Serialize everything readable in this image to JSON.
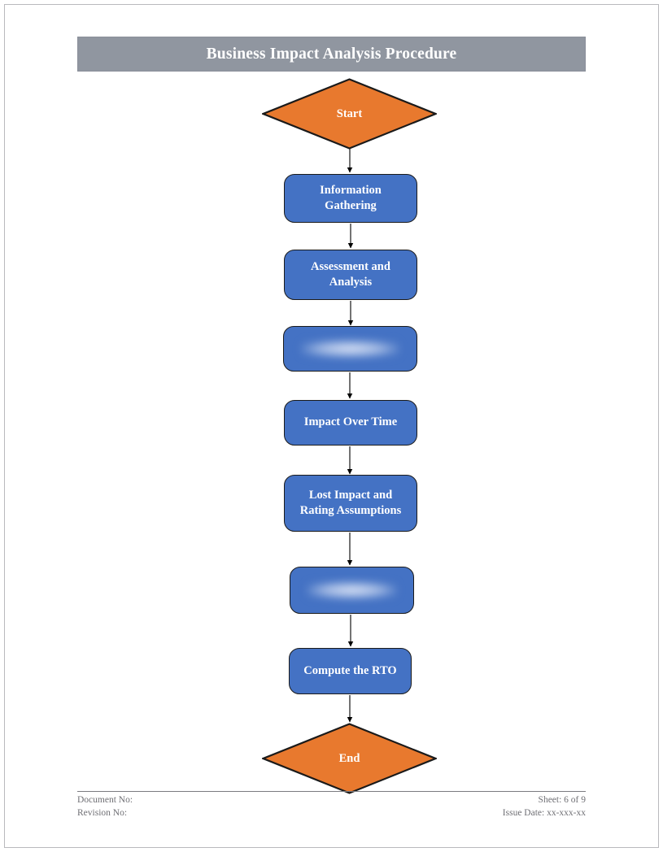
{
  "document": {
    "title": "Business Impact Analysis Procedure"
  },
  "colors": {
    "title_bar": "#9096a0",
    "title_text": "#ffffff",
    "process_fill": "#4472c4",
    "terminator_fill": "#e8792e",
    "node_stroke": "#1a1a1a",
    "connector": "#000000",
    "footer_text": "#6f6f74",
    "page_border": "#b9b9bd"
  },
  "flowchart": {
    "type": "flowchart",
    "orientation": "top-to-bottom",
    "nodes": [
      {
        "id": "start",
        "shape": "diamond",
        "label": "Start",
        "redacted": false
      },
      {
        "id": "step1",
        "shape": "process",
        "label": "Information\nGathering",
        "redacted": false
      },
      {
        "id": "step2",
        "shape": "process",
        "label": "Assessment and\nAnalysis",
        "redacted": false
      },
      {
        "id": "step3",
        "shape": "process",
        "label": "",
        "redacted": true
      },
      {
        "id": "step4",
        "shape": "process",
        "label": "Impact Over Time",
        "redacted": false
      },
      {
        "id": "step5",
        "shape": "process",
        "label": "Lost Impact and\nRating Assumptions",
        "redacted": false
      },
      {
        "id": "step6",
        "shape": "process",
        "label": "",
        "redacted": true
      },
      {
        "id": "step7",
        "shape": "process",
        "label": "Compute the RTO",
        "redacted": false
      },
      {
        "id": "end",
        "shape": "diamond",
        "label": "End",
        "redacted": false
      }
    ],
    "edges": [
      {
        "from": "start",
        "to": "step1"
      },
      {
        "from": "step1",
        "to": "step2"
      },
      {
        "from": "step2",
        "to": "step3"
      },
      {
        "from": "step3",
        "to": "step4"
      },
      {
        "from": "step4",
        "to": "step5"
      },
      {
        "from": "step5",
        "to": "step6"
      },
      {
        "from": "step6",
        "to": "step7"
      },
      {
        "from": "step7",
        "to": "end"
      }
    ]
  },
  "footer": {
    "left": [
      "Document No:",
      "Revision No:"
    ],
    "right": [
      "Sheet: 6 of 9",
      "Issue Date: xx-xxx-xx"
    ]
  }
}
